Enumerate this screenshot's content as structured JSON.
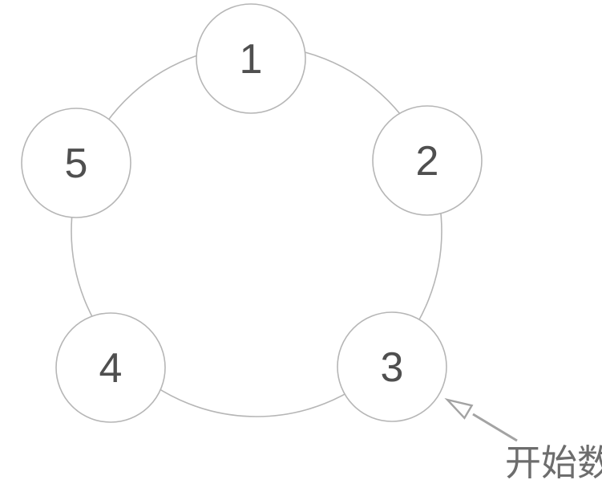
{
  "diagram": {
    "nodes": [
      {
        "label": "1"
      },
      {
        "label": "2"
      },
      {
        "label": "3"
      },
      {
        "label": "4"
      },
      {
        "label": "5"
      }
    ],
    "annotation": {
      "label": "开始数",
      "points_to_node": "3"
    },
    "colors": {
      "background": "#ffffff",
      "circle_stroke": "#b6b6b6",
      "node_fill": "#ffffff",
      "node_number": "#4f4f4f",
      "arrow": "#a3a3a3",
      "annotation_text": "#6d6d6d"
    }
  }
}
